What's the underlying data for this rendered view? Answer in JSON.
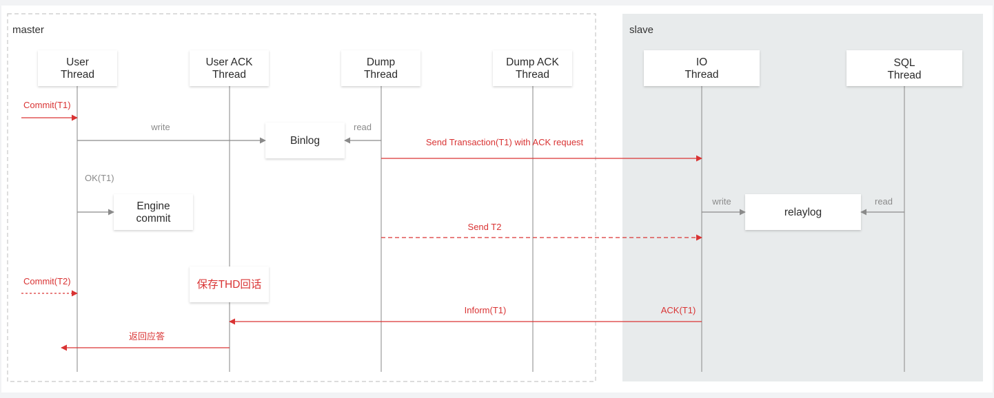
{
  "colors": {
    "red": "#d93333",
    "gray": "#8a8a8a",
    "lifeline": "#9a9a9a",
    "slave_bg": "#e8ebec",
    "master_border": "#c8c8c8",
    "box_fill": "#ffffff"
  },
  "regions": {
    "master_label": "master",
    "slave_label": "slave"
  },
  "threads": {
    "user": [
      "User",
      "Thread"
    ],
    "user_ack": [
      "User ACK",
      "Thread"
    ],
    "dump": [
      "Dump",
      "Thread"
    ],
    "dump_ack": [
      "Dump ACK",
      "Thread"
    ],
    "io": [
      "IO",
      "Thread"
    ],
    "sql": [
      "SQL",
      "Thread"
    ]
  },
  "boxes": {
    "binlog": "Binlog",
    "engine_commit": [
      "Engine",
      "commit"
    ],
    "save_thd": "保存THD回话",
    "relaylog": "relaylog"
  },
  "messages": {
    "commit_t1": "Commit(T1)",
    "write_binlog": "write",
    "read_binlog": "read",
    "send_transaction": "Send Transaction(T1) with ACK request",
    "ok_t1": "OK(T1)",
    "write_relaylog": "write",
    "read_relaylog": "read",
    "send_t2": "Send T2",
    "commit_t2": "Commit(T2)",
    "inform_t1": "Inform(T1)",
    "ack_t1": "ACK(T1)",
    "return_answer": "返回应答"
  }
}
